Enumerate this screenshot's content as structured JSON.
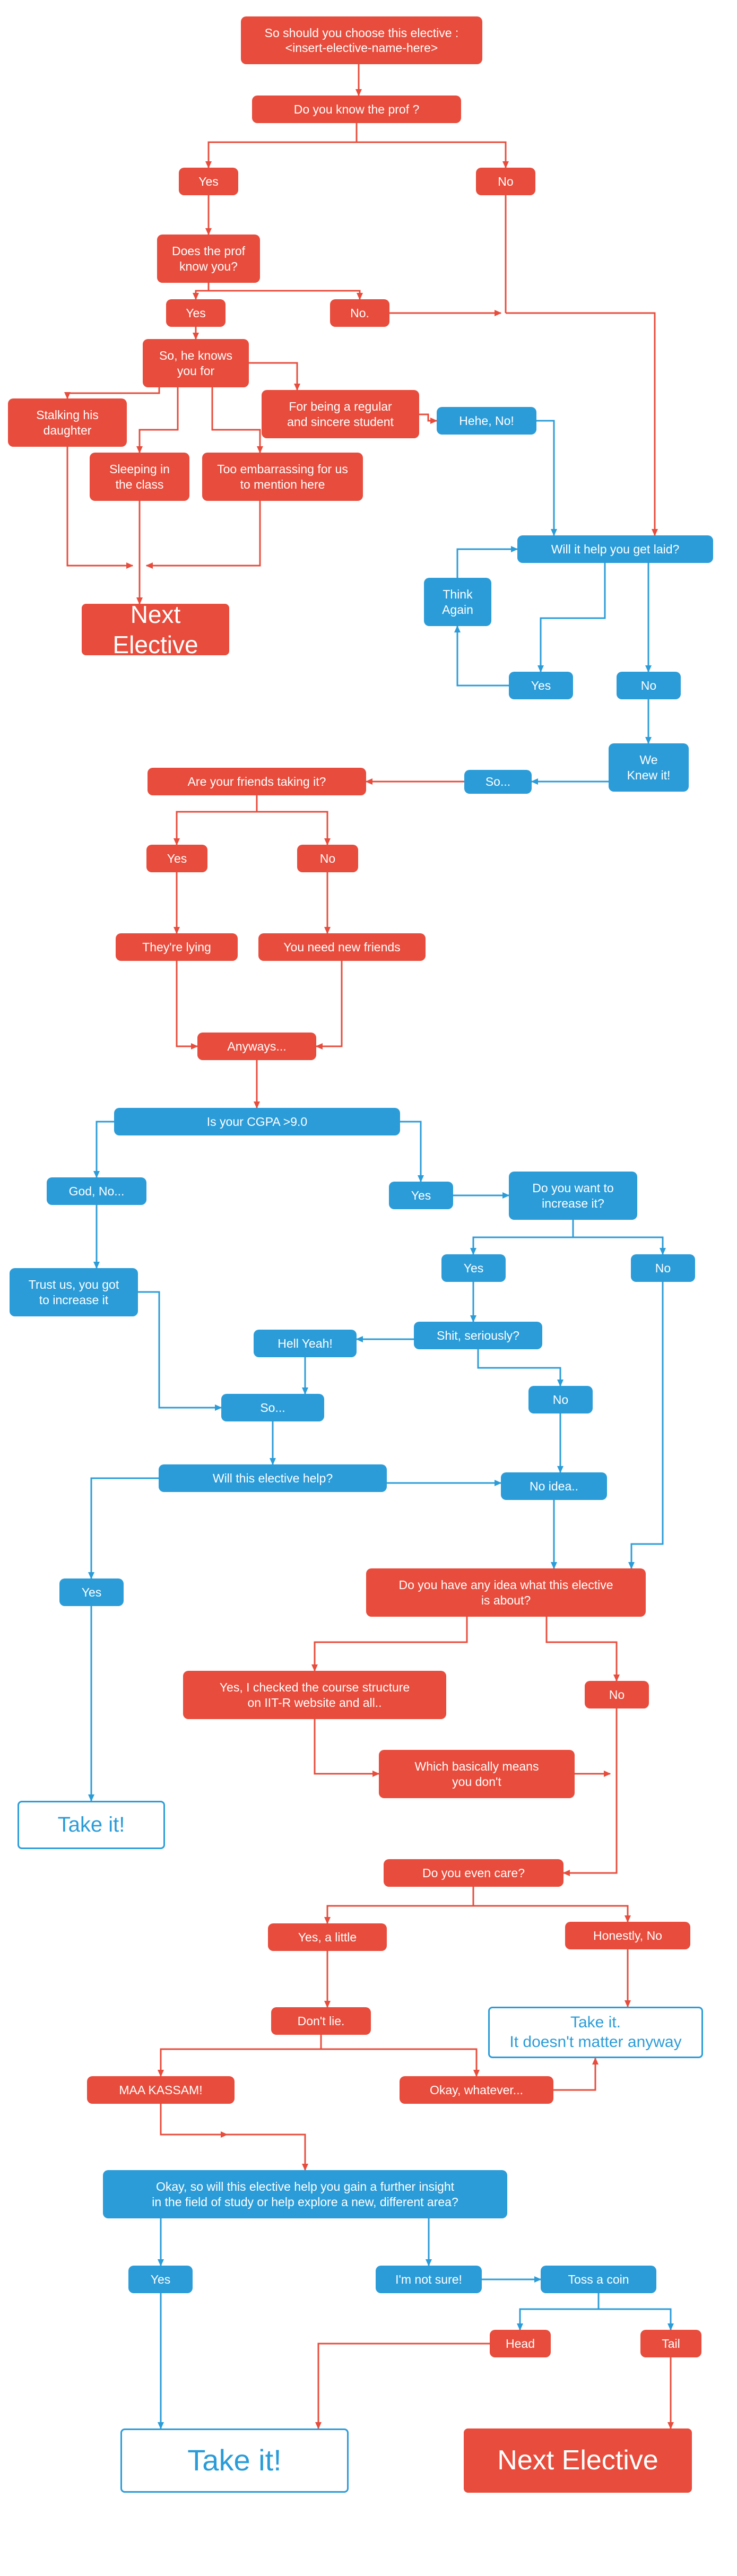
{
  "colors": {
    "node_red": "#e74c3c",
    "node_blue": "#2b9cd8",
    "background": "#ffffff",
    "text_on_color": "#ffffff"
  },
  "nodes": {
    "title": "So should you choose this elective :\n<insert-elective-name-here>",
    "know_prof": "Do you know the prof ?",
    "yes1": "Yes",
    "no1": "No",
    "prof_know_you": "Does the prof\nknow you?",
    "yes2": "Yes",
    "no2": "No.",
    "he_knows": "So, he knows\nyou for",
    "stalking": "Stalking his\ndaughter",
    "regular": "For being a regular\nand sincere student",
    "sleeping": "Sleeping in\nthe class",
    "embarrassing": "Too embarrassing for us\nto mention here",
    "hehe_no": "Hehe, No!",
    "next_elective_1": "Next Elective",
    "get_laid": "Will it help you get laid?",
    "think_again": "Think\nAgain",
    "yes3": "Yes",
    "no3": "No",
    "we_knew_it": "We\nKnew it!",
    "so1": "So...",
    "friends_taking": "Are your friends taking it?",
    "yes4": "Yes",
    "no4": "No",
    "theyre_lying": "They're lying",
    "new_friends": "You need new friends",
    "anyways": "Anyways...",
    "cgpa": "Is your CGPA >9.0",
    "god_no": "God, No...",
    "yes5": "Yes",
    "increase_it": "Do you want to\nincrease it?",
    "trust_us": "Trust us, you got\nto increase it",
    "yes6": "Yes",
    "no5": "No",
    "hell_yeah": "Hell Yeah!",
    "shit_seriously": "Shit, seriously?",
    "no6": "No",
    "so2": "So...",
    "elective_help": "Will this elective help?",
    "no_idea": "No idea..",
    "yes7": "Yes",
    "any_idea": "Do you have any idea what this elective\nis about?",
    "checked_structure": "Yes, I checked the course structure\non IIT-R website and all..",
    "no7": "No",
    "basically": "Which basically means\nyou don't",
    "take_it_1": "Take it!",
    "even_care": "Do you even care?",
    "yes_little": "Yes, a little",
    "honestly_no": "Honestly, No",
    "dont_lie": "Don't lie.",
    "take_it_matter": "Take it.\nIt doesn't matter anyway",
    "maa_kassam": "MAA KASSAM!",
    "okay_whatever": "Okay, whatever...",
    "insight": "Okay, so will this elective help you gain a further insight\nin the field of study or help explore a new, different area?",
    "yes8": "Yes",
    "not_sure": "I'm not sure!",
    "toss_coin": "Toss a coin",
    "head": "Head",
    "tail": "Tail",
    "take_it_2": "Take it!",
    "next_elective_2": "Next Elective"
  },
  "edges": [
    [
      "title",
      "know_prof"
    ],
    [
      "know_prof",
      "yes1"
    ],
    [
      "know_prof",
      "no1"
    ],
    [
      "yes1",
      "prof_know_you"
    ],
    [
      "prof_know_you",
      "yes2"
    ],
    [
      "prof_know_you",
      "no2"
    ],
    [
      "yes2",
      "he_knows"
    ],
    [
      "he_knows",
      "stalking"
    ],
    [
      "he_knows",
      "sleeping"
    ],
    [
      "he_knows",
      "embarrassing"
    ],
    [
      "he_knows",
      "regular"
    ],
    [
      "regular",
      "hehe_no"
    ],
    [
      "stalking",
      "next_elective_1"
    ],
    [
      "sleeping",
      "next_elective_1"
    ],
    [
      "embarrassing",
      "next_elective_1"
    ],
    [
      "no1",
      "get_laid"
    ],
    [
      "no2",
      "get_laid"
    ],
    [
      "hehe_no",
      "get_laid"
    ],
    [
      "get_laid",
      "yes3"
    ],
    [
      "get_laid",
      "no3"
    ],
    [
      "yes3",
      "think_again"
    ],
    [
      "think_again",
      "get_laid"
    ],
    [
      "no3",
      "we_knew_it"
    ],
    [
      "we_knew_it",
      "so1"
    ],
    [
      "so1",
      "friends_taking"
    ],
    [
      "friends_taking",
      "yes4"
    ],
    [
      "friends_taking",
      "no4"
    ],
    [
      "yes4",
      "theyre_lying"
    ],
    [
      "no4",
      "new_friends"
    ],
    [
      "theyre_lying",
      "anyways"
    ],
    [
      "new_friends",
      "anyways"
    ],
    [
      "anyways",
      "cgpa"
    ],
    [
      "cgpa",
      "god_no"
    ],
    [
      "cgpa",
      "yes5"
    ],
    [
      "yes5",
      "increase_it"
    ],
    [
      "god_no",
      "trust_us"
    ],
    [
      "increase_it",
      "yes6"
    ],
    [
      "increase_it",
      "no5"
    ],
    [
      "yes6",
      "shit_seriously"
    ],
    [
      "shit_seriously",
      "hell_yeah"
    ],
    [
      "shit_seriously",
      "no6"
    ],
    [
      "hell_yeah",
      "so2"
    ],
    [
      "trust_us",
      "so2"
    ],
    [
      "so2",
      "elective_help"
    ],
    [
      "elective_help",
      "yes7"
    ],
    [
      "elective_help",
      "no_idea"
    ],
    [
      "no6",
      "no_idea"
    ],
    [
      "no5",
      "any_idea"
    ],
    [
      "no_idea",
      "any_idea"
    ],
    [
      "yes7",
      "take_it_1"
    ],
    [
      "any_idea",
      "checked_structure"
    ],
    [
      "any_idea",
      "no7"
    ],
    [
      "checked_structure",
      "basically"
    ],
    [
      "basically",
      "even_care"
    ],
    [
      "no7",
      "even_care"
    ],
    [
      "even_care",
      "yes_little"
    ],
    [
      "even_care",
      "honestly_no"
    ],
    [
      "yes_little",
      "dont_lie"
    ],
    [
      "honestly_no",
      "take_it_matter"
    ],
    [
      "dont_lie",
      "maa_kassam"
    ],
    [
      "dont_lie",
      "okay_whatever"
    ],
    [
      "okay_whatever",
      "take_it_matter"
    ],
    [
      "maa_kassam",
      "insight"
    ],
    [
      "insight",
      "yes8"
    ],
    [
      "insight",
      "not_sure"
    ],
    [
      "not_sure",
      "toss_coin"
    ],
    [
      "toss_coin",
      "head"
    ],
    [
      "toss_coin",
      "tail"
    ],
    [
      "yes8",
      "take_it_2"
    ],
    [
      "head",
      "take_it_2"
    ],
    [
      "tail",
      "next_elective_2"
    ]
  ]
}
